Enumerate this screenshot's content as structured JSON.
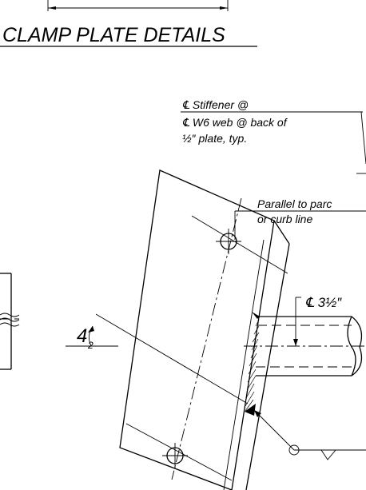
{
  "title": "CLAMP PLATE DETAILS",
  "note_stiffener": {
    "line1": "℄ Stiffener @",
    "line2": "℄ W6 web @ back of",
    "line3": "½″ plate, typ."
  },
  "note_parallel": {
    "line1": "Parallel to parc",
    "line2": "or curb line"
  },
  "dim_pipe": "℄ 3½″",
  "dim_angle": "4",
  "dim_angle_sub": "2"
}
